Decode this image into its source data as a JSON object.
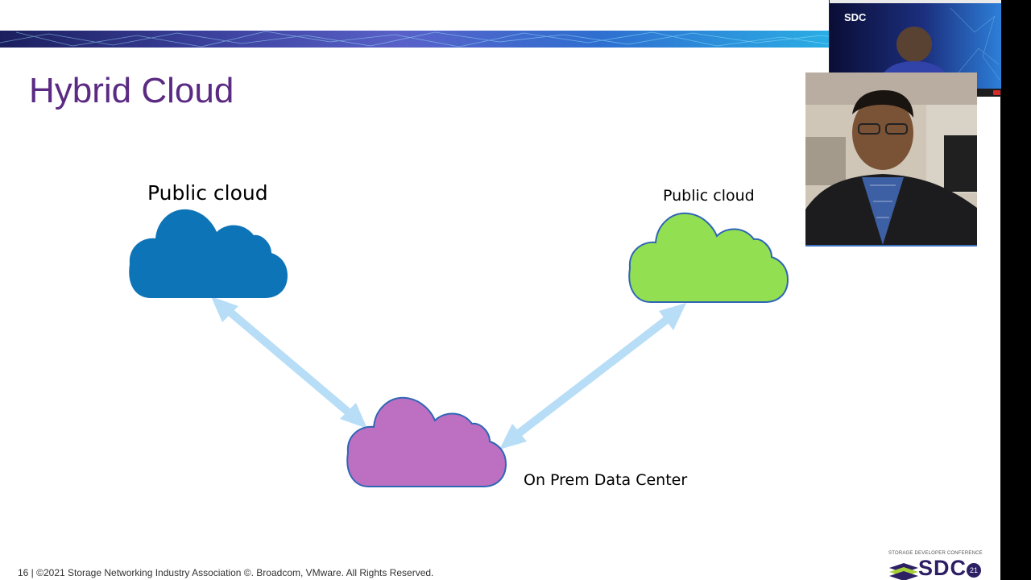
{
  "slide": {
    "title": "Hybrid Cloud",
    "footer": "16 | ©2021 Storage Networking Industry Association ©. Broadcom, VMware. All Rights Reserved."
  },
  "diagram": {
    "nodes": [
      {
        "id": "public-cloud-left",
        "label": "Public cloud",
        "color": "#0e74b8"
      },
      {
        "id": "public-cloud-right",
        "label": "Public cloud",
        "color": "#92e052"
      },
      {
        "id": "on-prem",
        "label": "On Prem Data Center",
        "color": "#bd70c1"
      }
    ],
    "arrow_color": "#b7ddf7",
    "cloud_outline": "#2f65b5"
  },
  "logo": {
    "caption": "STORAGE DEVELOPER CONFERENCE",
    "word": "SDC",
    "badge": "21"
  },
  "video_tiles": {
    "top_logo": "SDC"
  },
  "colors": {
    "title": "#5b2a83",
    "banner_start": "#1b1f5e",
    "banner_end": "#7fe4ff",
    "logo_purple": "#2d1f63"
  }
}
